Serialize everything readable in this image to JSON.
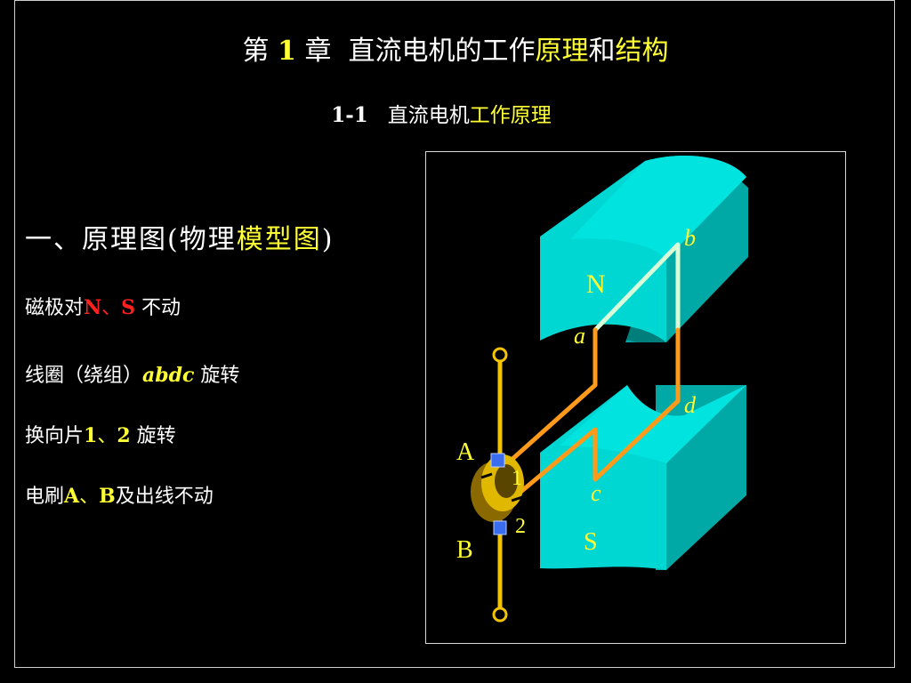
{
  "title": {
    "prefix": "第",
    "chapter_num": "1",
    "chapter_word": "章",
    "main": "直流电机的工作",
    "highlight1": "原理",
    "middle": "和",
    "highlight2": "结构"
  },
  "subtitle": {
    "number": "1-1",
    "main": "直流电机",
    "highlight": "工作原理"
  },
  "section": {
    "heading_main": "一、原理图(物理",
    "heading_highlight": "模型图",
    "heading_close": ")"
  },
  "items": [
    {
      "label": "磁极对",
      "hl1": "N",
      "sep": "、",
      "hl2": "S",
      "rest": " 不动"
    },
    {
      "label": "线圈（绕组）",
      "hl": "abdc",
      "rest": " 旋转"
    },
    {
      "label": "换向片",
      "hl1": "1",
      "sep": "、",
      "hl2": "2",
      "rest": " 旋转"
    },
    {
      "label": "电刷",
      "hl1": "A",
      "sep": "、",
      "hl2": "B",
      "rest": "及出线不动"
    }
  ],
  "diagram": {
    "pole_north": "N",
    "pole_south": "S",
    "coil_points": {
      "a": "a",
      "b": "b",
      "c": "c",
      "d": "d"
    },
    "brush_a": "A",
    "brush_b": "B",
    "segment_1": "1",
    "segment_2": "2",
    "colors": {
      "magnet_face": "#00d6d2",
      "magnet_side": "#00a9a6",
      "coil": "#ff9a1a",
      "coil_upper": "#d8ffd8",
      "commutator": "#e0b800",
      "brush": "#3a6cf0",
      "shaft": "#f4c400",
      "label_yellow": "#ffff33"
    }
  }
}
